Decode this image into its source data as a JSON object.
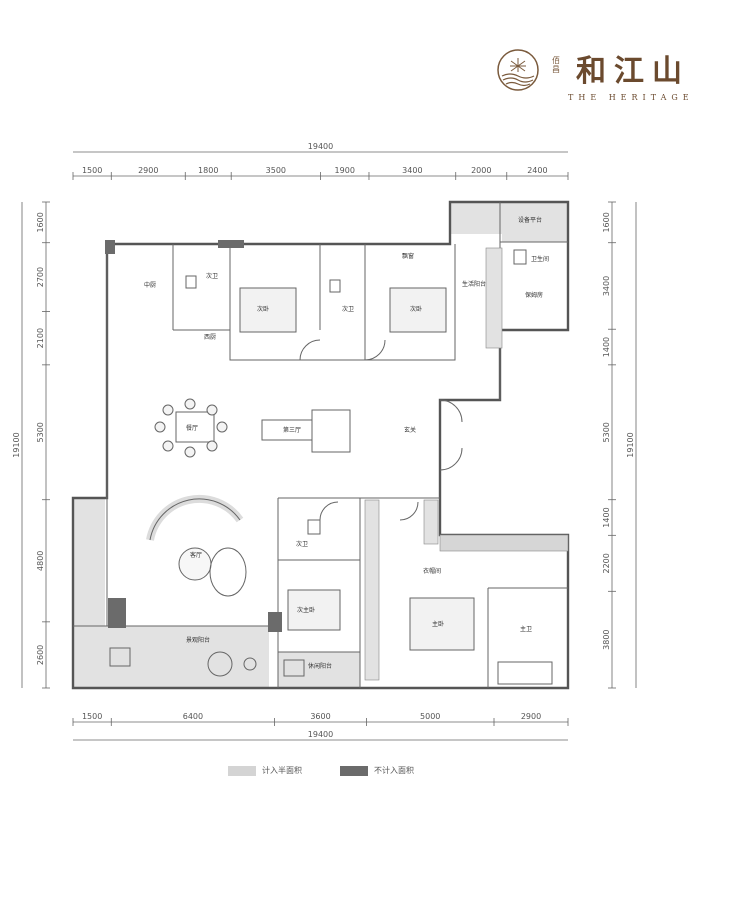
{
  "logo": {
    "small_text": "佰昌",
    "brand": "和江山",
    "subtitle": "THE HERITAGE"
  },
  "dimensions": {
    "top_total": "19400",
    "top_segments": [
      "1500",
      "2900",
      "1800",
      "3500",
      "1900",
      "3400",
      "2000",
      "2400"
    ],
    "bottom_total": "19400",
    "bottom_segments": [
      "1500",
      "6400",
      "3600",
      "5000",
      "2900"
    ],
    "left_total": "19100",
    "left_segments": [
      "1600",
      "2700",
      "2100",
      "5300",
      "4800",
      "2600"
    ],
    "right_total": "19100",
    "right_segments": [
      "1600",
      "3400",
      "1400",
      "5300",
      "1400",
      "2200",
      "3800"
    ]
  },
  "rooms": {
    "chuchu": "中厨",
    "ciwei1": "次卫",
    "ciwo1": "次卧",
    "ciwei2": "次卫",
    "piaochuang": "飘窗",
    "ciwo2": "次卧",
    "shenghuo_yangtai": "生活阳台",
    "shebei_pingtai": "设备平台",
    "weishengjian": "卫生间",
    "baomu_fang": "保姆房",
    "xichu": "西厨",
    "canting": "餐厅",
    "disan_ting": "第三厅",
    "xuanguan": "玄关",
    "keting": "客厅",
    "ciwei3": "次卫",
    "ci_zhuwo": "次主卧",
    "yimaojian": "衣帽间",
    "zhuwo": "主卧",
    "zhuwei": "主卫",
    "jingguan_yangtai": "景观阳台",
    "xiuxian_yangtai": "休闲阳台"
  },
  "legend": {
    "half_area": "计入半面积",
    "not_counted": "不计入面积",
    "half_color": "#d4d4d4",
    "not_color": "#6b6b6b"
  }
}
